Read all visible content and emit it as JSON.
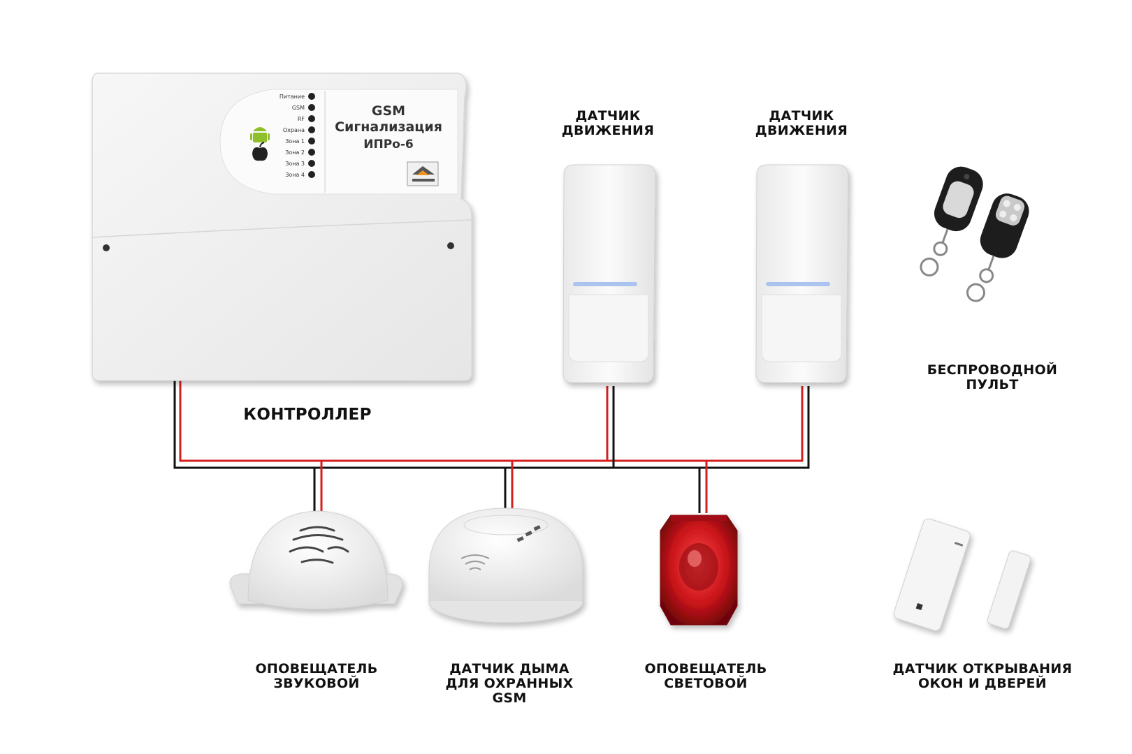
{
  "colors": {
    "wire_red": "#d51f1f",
    "wire_black": "#111111",
    "device_white": "#f2f2f2",
    "siren_red": "#c9141a"
  },
  "controller": {
    "label": "КОНТРОЛЛЕР",
    "panel_title_1": "GSM",
    "panel_title_2": "Сигнализация",
    "panel_title_3": "ИПРо-6",
    "indicators": [
      "Питание",
      "GSM",
      "RF",
      "Охрана",
      "Зона 1",
      "Зона 2",
      "Зона 3",
      "Зона 4"
    ],
    "icons": [
      "android-icon",
      "apple-icon"
    ]
  },
  "devices": {
    "motion_1": {
      "line1": "ДАТЧИК",
      "line2": "ДВИЖЕНИЯ"
    },
    "motion_2": {
      "line1": "ДАТЧИК",
      "line2": "ДВИЖЕНИЯ"
    },
    "remote": {
      "line1": "БЕСПРОВОДНОЙ",
      "line2": "ПУЛЬТ"
    },
    "sound": {
      "line1": "ОПОВЕЩАТЕЛЬ",
      "line2": "ЗВУКОВОЙ"
    },
    "smoke": {
      "line1": "ДАТЧИК ДЫМА",
      "line2": "ДЛЯ ОХРАННЫХ",
      "line3": "GSM"
    },
    "light": {
      "line1": "ОПОВЕЩАТЕЛЬ",
      "line2": "СВЕТОВОЙ"
    },
    "door": {
      "line1": "ДАТЧИК ОТКРЫВАНИЯ",
      "line2": "ОКОН И ДВЕРЕЙ"
    }
  }
}
